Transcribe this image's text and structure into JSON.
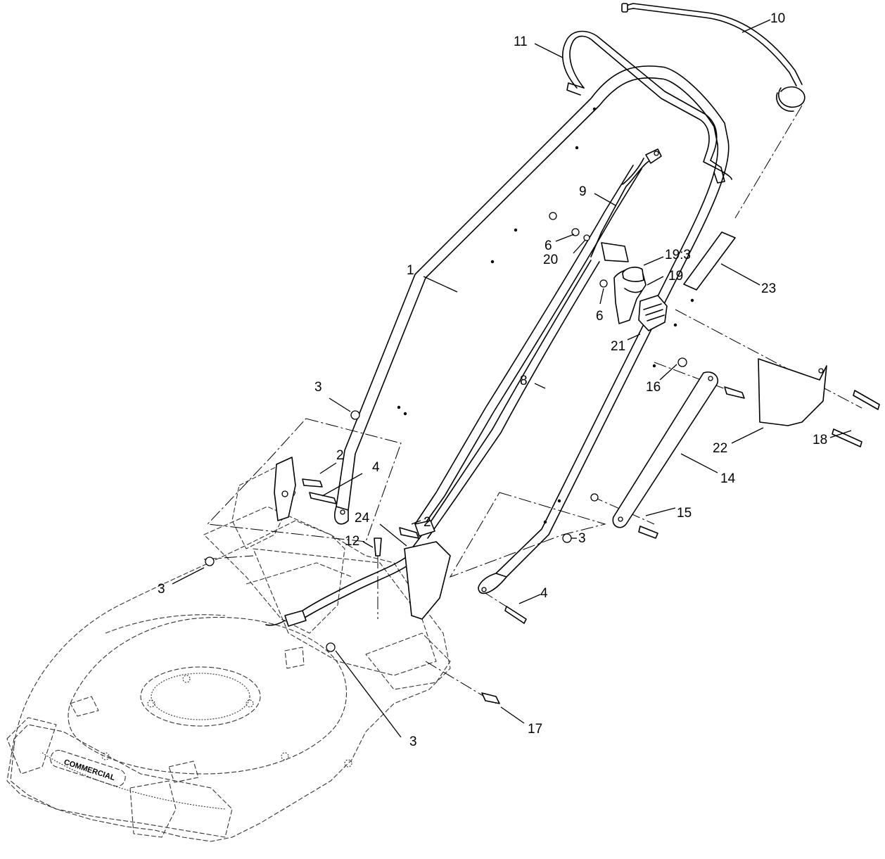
{
  "callouts": [
    {
      "id": "c10",
      "label": "10"
    },
    {
      "id": "c11",
      "label": "11"
    },
    {
      "id": "c9",
      "label": "9"
    },
    {
      "id": "c6a",
      "label": "6"
    },
    {
      "id": "c20",
      "label": "20"
    },
    {
      "id": "c19_3",
      "label": "19:3"
    },
    {
      "id": "c19",
      "label": "19"
    },
    {
      "id": "c1",
      "label": "1"
    },
    {
      "id": "c6b",
      "label": "6"
    },
    {
      "id": "c23",
      "label": "23"
    },
    {
      "id": "c21",
      "label": "21"
    },
    {
      "id": "c8",
      "label": "8"
    },
    {
      "id": "c16",
      "label": "16"
    },
    {
      "id": "c3a",
      "label": "3"
    },
    {
      "id": "c18",
      "label": "18"
    },
    {
      "id": "c22",
      "label": "22"
    },
    {
      "id": "c2a",
      "label": "2"
    },
    {
      "id": "c4a",
      "label": "4"
    },
    {
      "id": "c14",
      "label": "14"
    },
    {
      "id": "c24",
      "label": "24"
    },
    {
      "id": "c2b",
      "label": "2"
    },
    {
      "id": "c15",
      "label": "15"
    },
    {
      "id": "c12",
      "label": "12"
    },
    {
      "id": "c3b",
      "label": "3"
    },
    {
      "id": "c3c",
      "label": "3"
    },
    {
      "id": "c4b",
      "label": "4"
    },
    {
      "id": "c17",
      "label": "17"
    },
    {
      "id": "c3d",
      "label": "3"
    }
  ],
  "deck_branding": "COMMERCIAL"
}
